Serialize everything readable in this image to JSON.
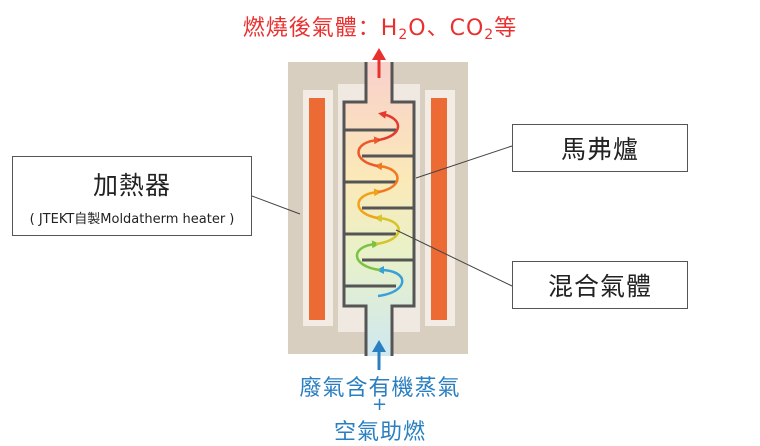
{
  "exhaust": {
    "prefix": "燃燒後氣體：H",
    "sub1": "2",
    "mid": "O、CO",
    "sub2": "2",
    "suffix": "等"
  },
  "labels": {
    "heater_title": "加熱器",
    "heater_note": "( JTEKT自製Moldatherm heater )",
    "furnace": "馬弗爐",
    "mixed_gas": "混合氣體"
  },
  "inlet": {
    "line1": "廢氣含有機蒸氣",
    "line2": "+",
    "line3": "空氣助燃"
  },
  "colors": {
    "exhaust_text": "#e8312f",
    "inlet_text": "#2a7fc1",
    "heater_element": "#ec6b35",
    "insulation": "#d8cdbd"
  }
}
